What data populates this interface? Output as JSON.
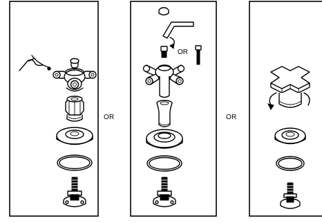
{
  "separators": [
    {
      "text": "OR"
    },
    {
      "text": "OR"
    },
    {
      "text": "OR"
    }
  ],
  "panels": [
    {
      "handle": "cross-handle-with-buttons",
      "parts": [
        "screwdriver",
        "handle",
        "adapter",
        "washer",
        "o-ring",
        "cartridge-stem"
      ]
    },
    {
      "handle": "cross-handle-with-cap",
      "parts": [
        "cap",
        "hex-key",
        "set-screw",
        "screw",
        "handle",
        "sleeve",
        "washer",
        "o-ring",
        "cartridge-stem"
      ]
    },
    {
      "handle": "cross-handle-lever",
      "parts": [
        "cross-handle",
        "washer",
        "o-ring",
        "cartridge-stem"
      ]
    }
  ]
}
